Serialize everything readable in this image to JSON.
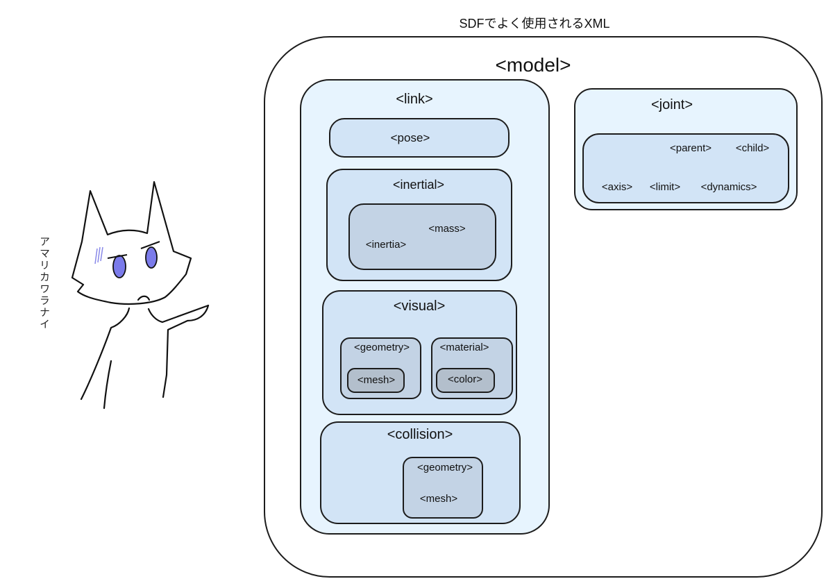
{
  "title": "SDFでよく使用されるXML",
  "side_text": "アマリカワラナイ",
  "model": {
    "label": "<model>",
    "link": {
      "label": "<link>",
      "pose": "<pose>",
      "inertial": {
        "label": "<inertial>",
        "mass": "<mass>",
        "inertia": "<inertia>"
      },
      "visual": {
        "label": "<visual>",
        "geometry": "<geometry>",
        "mesh": "<mesh>",
        "material": "<material>",
        "color": "<color>"
      },
      "collision": {
        "label": "<collision>",
        "geometry": "<geometry>",
        "mesh": "<mesh>"
      }
    },
    "joint": {
      "label": "<joint>",
      "parent": "<parent>",
      "child": "<child>",
      "axis": "<axis>",
      "limit": "<limit>",
      "dynamics": "<dynamics>"
    }
  },
  "colors": {
    "model_bg": "#ffffff",
    "level1_bg": "#e7f4fe",
    "level2_bg": "#d2e4f6",
    "level3_bg": "#c3d3e5",
    "level4_bg": "#b3bfcc",
    "stroke": "#1c1c1c",
    "eye": "#7b7bea"
  },
  "icons": {
    "character": "cat-mascot-icon"
  }
}
